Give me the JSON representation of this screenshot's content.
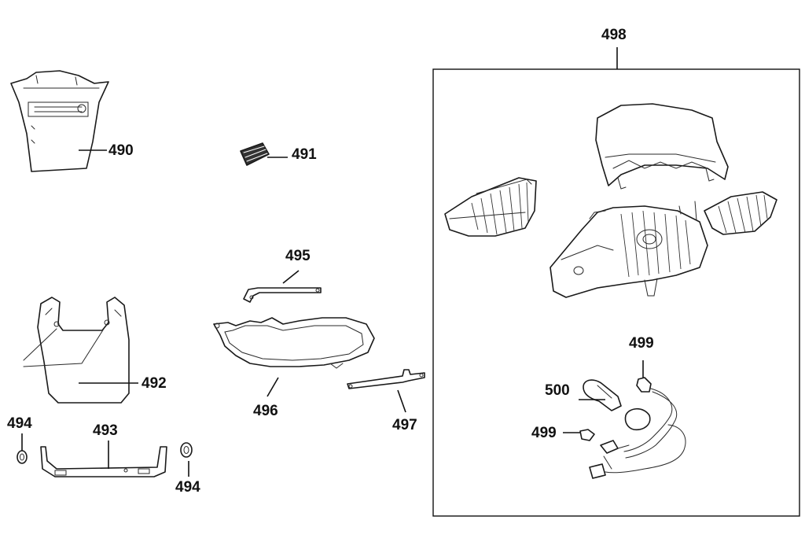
{
  "diagram": {
    "callouts": {
      "c490": "490",
      "c491": "491",
      "c492": "492",
      "c493": "493",
      "c494a": "494",
      "c494b": "494",
      "c495": "495",
      "c496": "496",
      "c497": "497",
      "c498": "498",
      "c499a": "499",
      "c499b": "499",
      "c500": "500"
    },
    "colors": {
      "line": "#111111",
      "background": "#ffffff"
    }
  }
}
